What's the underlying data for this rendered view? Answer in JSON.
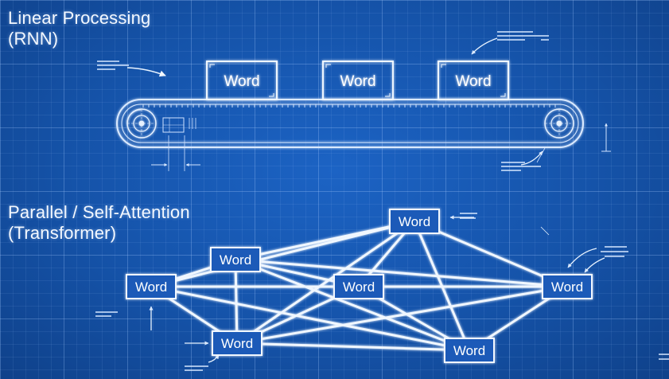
{
  "sections": {
    "linear": {
      "title_line1": "Linear Processing",
      "title_line2": "(RNN)"
    },
    "parallel": {
      "title_line1": "Parallel / Self-Attention",
      "title_line2": "(Transformer)"
    }
  },
  "node_label": "Word",
  "colors": {
    "background": "#1553a9",
    "line": "#e8f3ff",
    "node_fill": "#1a5ab8",
    "text": "#ffffff"
  }
}
